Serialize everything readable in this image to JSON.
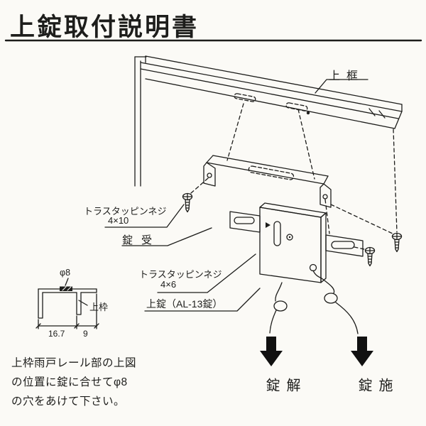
{
  "title": "上錠取付説明書",
  "diagram": {
    "rail_label": "上框",
    "screw_top": {
      "name": "トラスタッピンネジ",
      "size": "4×10"
    },
    "receiver_label": "錠受",
    "screw_bottom": {
      "name": "トラスタッピンネジ",
      "size": "4×6"
    },
    "lock_label": "上錠（AL-13錠）",
    "hole_label": "φ8",
    "frame_label": "上枠",
    "dim_width": "16.7",
    "dim_tail": "9",
    "unlock_label": "解錠",
    "lock_action_label": "施錠"
  },
  "note_lines": [
    "上枠雨戸レール部の上図",
    "の位置に錠に合せてφ8",
    "の穴をあけて下さい。"
  ],
  "colors": {
    "ink": "#1d1d1b",
    "paper": "#fbfaf6",
    "arrow": "#111111"
  }
}
